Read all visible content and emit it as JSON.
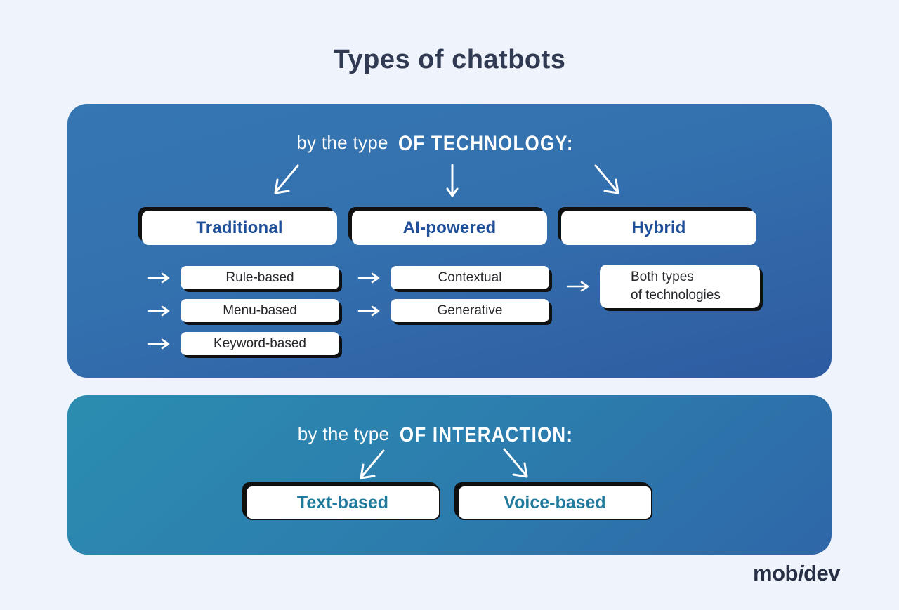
{
  "page": {
    "title": "Types of chatbots"
  },
  "technology_section": {
    "label_prefix": "by the type",
    "label_caps": "OF TECHNOLOGY:",
    "columns": [
      {
        "header": "Traditional",
        "items": [
          "Rule-based",
          "Menu-based",
          "Keyword-based"
        ]
      },
      {
        "header": "AI-powered",
        "items": [
          "Contextual",
          "Generative"
        ]
      },
      {
        "header": "Hybrid",
        "item_lines": [
          "Both types",
          "of technologies"
        ]
      }
    ]
  },
  "interaction_section": {
    "label_prefix": "by the type",
    "label_caps": "OF INTERACTION:",
    "options": [
      "Text-based",
      "Voice-based"
    ]
  },
  "brand": {
    "logo_mob": "mob",
    "logo_i": "i",
    "logo_dev": "dev"
  },
  "colors": {
    "page_background": "#eff3fc",
    "title_text": "#303a52",
    "technology_panel_top": "#3577b3",
    "technology_panel_bottom": "#2e5ba1",
    "interaction_panel_start": "#2b8db0",
    "interaction_panel_end": "#2f66a8",
    "category_box_text": "#1d4f9a",
    "item_box_text": "#25272b",
    "interaction_box_text": "#1f7a9d",
    "box_shadow_ink": "#101010",
    "arrow": "#ffffff"
  }
}
